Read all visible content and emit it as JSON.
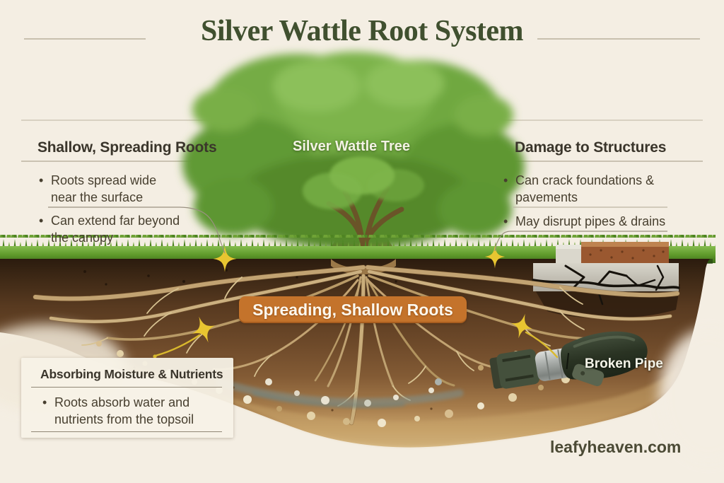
{
  "title": "Silver Wattle Root System",
  "tree_label": "Silver Wattle Tree",
  "root_banner": "Spreading, Shallow Roots",
  "pipe_label": "Broken Pipe",
  "watermark": "leafyheaven.com",
  "sections": {
    "shallow_roots": {
      "heading": "Shallow, Spreading Roots",
      "bullets": [
        "Roots spread wide near the surface",
        "Can extend far beyond the canopy"
      ]
    },
    "damage": {
      "heading": "Damage to Structures",
      "bullets": [
        "Can crack foundations & pavements",
        "May disrupt pipes & drains"
      ]
    },
    "absorbing": {
      "heading": "Absorbing Moisture & Nutrients",
      "bullets": [
        "Roots absorb water and nutrients from the topsoil"
      ]
    }
  },
  "colors": {
    "background": "#F4EEE3",
    "title_green": "#40502F",
    "heading_text": "#3A352B",
    "body_text": "#473F2F",
    "banner_orange": "#C4732B",
    "banner_text": "#FDF8EE",
    "marker_yellow": "#E8C531",
    "grass_green": "#6FA336",
    "soil_brown": "#5E3F26",
    "root_tan": "#C9AD7C",
    "concrete_gray": "#C9C6BC",
    "brick_red": "#9A5830",
    "pipe_green": "#2A3323",
    "watermark_text": "#4B4A35"
  }
}
